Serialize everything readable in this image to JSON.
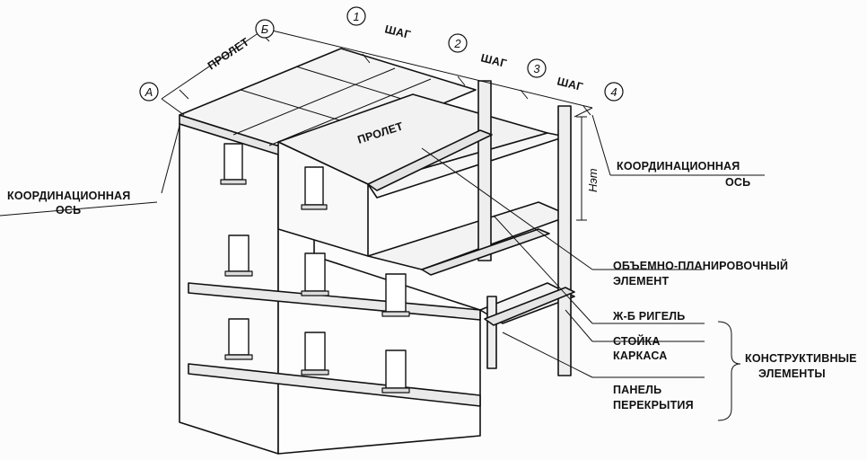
{
  "diagram": {
    "axes_letters": [
      "А",
      "Б"
    ],
    "axes_numbers": [
      "1",
      "2",
      "3",
      "4"
    ],
    "labels": {
      "span_top": "ПРОЛЕТ",
      "span_center": "ПРОЛЕТ",
      "step_1": "ШАГ",
      "step_2": "ШАГ",
      "step_3": "ШАГ",
      "floor_height": "Нэт",
      "coord_axis_left_1": "КООРДИНАЦИОННАЯ",
      "coord_axis_left_2": "ОСЬ",
      "coord_axis_right_1": "КООРДИНАЦИОННАЯ",
      "coord_axis_right_2": "ОСЬ",
      "volume_element_1": "ОБЪЕМНО-ПЛАНИРОВОЧНЫЙ",
      "volume_element_2": "ЭЛЕМЕНТ",
      "rc_beam": "Ж-Б  РИГЕЛЬ",
      "column_1": "СТОЙКА",
      "column_2": "КАРКАСА",
      "panel_1": "ПАНЕЛЬ",
      "panel_2": "ПЕРЕКРЫТИЯ",
      "structural_1": "КОНСТРУКТИВНЫЕ",
      "structural_2": "ЭЛЕМЕНТЫ"
    }
  }
}
